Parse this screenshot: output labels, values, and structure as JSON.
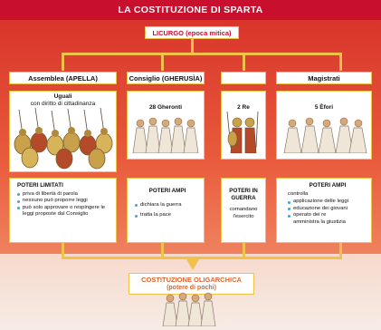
{
  "title": "LA COSTITUZIONE DI SPARTA",
  "source": "LICURGO (epoca mitica)",
  "columns": [
    {
      "header": "Assemblea (APELLA)",
      "caption_bold": "Uguali",
      "caption": "con diritto di cittadinanza",
      "powers_title": "POTERI LIMITATI",
      "items": [
        "priva di libertà di parola",
        "nessuno può proporre leggi",
        "può solo approvare o respingere le leggi proposte dal Consiglio"
      ]
    },
    {
      "header": "Consiglio (GHERUSÌA)",
      "caption": "28 Gheronti",
      "powers_title": "POTERI AMPI",
      "items": [
        "dichiara la guerra",
        "tratta la pace"
      ]
    },
    {
      "header": "",
      "caption": "2 Re",
      "powers_title": "POTERI IN GUERRA",
      "items": [
        "comandano l'esercito"
      ]
    },
    {
      "header": "Magistrati",
      "caption": "5 Èfori",
      "powers_title": "POTERI AMPI",
      "intro": "controlla",
      "items": [
        "applicazione delle leggi",
        "educazione dei giovani",
        "operato dei re"
      ],
      "extra": "amministra la giustizia"
    }
  ],
  "result": {
    "title": "COSTITUZIONE OLIGARCHICA",
    "subtitle": "(potere di pochi)"
  },
  "colors": {
    "title_bar": "#c8102e",
    "panel": "#e95b3c",
    "connector": "#f0c24a",
    "bullet": "#3aa6de",
    "result_text": "#e0642e"
  }
}
